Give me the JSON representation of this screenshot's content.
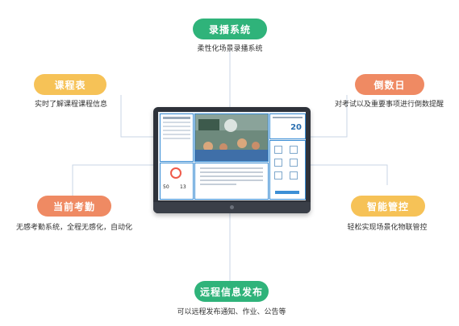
{
  "features": {
    "recording": {
      "title": "录播系统",
      "desc": "柔性化场景录播系统"
    },
    "schedule": {
      "title": "课程表",
      "desc": "实时了解课程课程信息"
    },
    "countdown": {
      "title": "倒数日",
      "desc": "对考试以及重要事项进行倒数提醒"
    },
    "attendance": {
      "title": "当前考勤",
      "desc": "无感考勤系统，全程无感化，自动化"
    },
    "smart_control": {
      "title": "智能管控",
      "desc": "轻松实现场景化物联管控"
    },
    "remote_publish": {
      "title": "远程信息发布",
      "desc": "可以远程发布通知、作业、公告等"
    }
  },
  "device_screen": {
    "countdown_number": "20",
    "attendance_numbers": [
      "50",
      "13"
    ]
  },
  "colors": {
    "green": "#2fb37a",
    "yellow": "#f6c257",
    "salmon": "#ef8a63",
    "line": "#c9d6e6"
  }
}
